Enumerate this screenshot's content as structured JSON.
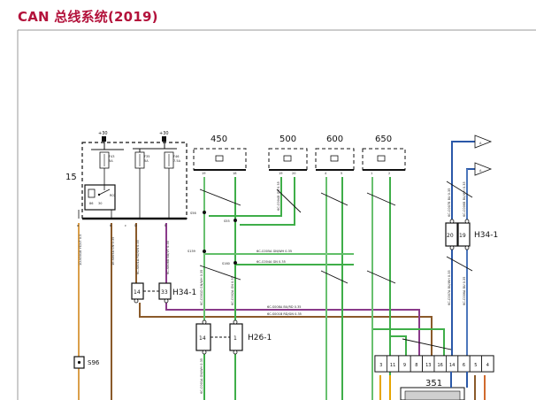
{
  "header": {
    "title": "CAN 总线系统(2019)"
  },
  "modules": {
    "m450": "450",
    "m500": "500",
    "m600": "600",
    "m650": "650",
    "m351": "351",
    "m15": "15",
    "s96": "S96"
  },
  "connectors": {
    "h34_left": "H34-1",
    "h34_right": "H34-1",
    "h26": "H26-1",
    "h34_left_pins": [
      "14",
      "33"
    ],
    "h34_right_pins": [
      "20",
      "19"
    ],
    "h26_pins": [
      "14",
      "1"
    ]
  },
  "fuse_box": {
    "supply_left": "+30",
    "supply_right": "+30",
    "fuses": [
      {
        "id": "F43",
        "rating": "5A"
      },
      {
        "id": "F35",
        "rating": "5A"
      },
      {
        "id": "F46",
        "rating": "7.5A"
      }
    ],
    "relay": "R02",
    "pin_labels": [
      "a",
      "b",
      "c",
      "D",
      "E"
    ]
  },
  "splices": [
    "S56",
    "S55",
    "S159",
    "S160"
  ],
  "module_pins": {
    "m450": [
      "19",
      "18"
    ],
    "m500": [
      "19",
      "20"
    ],
    "m600": [
      "4",
      "5"
    ],
    "m650": [
      "1",
      "2"
    ]
  },
  "connector_351_pins": [
    "3",
    "11",
    "9",
    "8",
    "13",
    "16",
    "14",
    "6",
    "5",
    "4"
  ],
  "wire_labels": {
    "c005a": "6C-C005A GN/WH 0.35",
    "c004a": "6C-C004A GN 0.35",
    "s008a": "6C-S008A BU/RD 0.35",
    "s001b": "6C-S001B RD/GN 0.35",
    "v001b": "1D-V001B YE/VT 0.5",
    "s005a": "1E-S005A GN 0.35",
    "s001a": "6C-S001A RD/GN 0.35",
    "s008b": "6C-S008B BU/VT 0.35",
    "c007b": "6C-C007B BU 0.35",
    "c006b": "6C-C006B BU/WH 0.35",
    "c007a": "6C-C007A BU/WH 0.35",
    "c006a": "6C-C006A BU 0.35",
    "c001d": "6C-C001D GN/WH 0.35",
    "c002a": "6C-C002A GN 0.35",
    "c004b": "6C-C004B GN 0.35",
    "c001a": "6C-C001A GN/WH 0.35"
  },
  "flags": {
    "upper": "A",
    "lower": "A"
  }
}
